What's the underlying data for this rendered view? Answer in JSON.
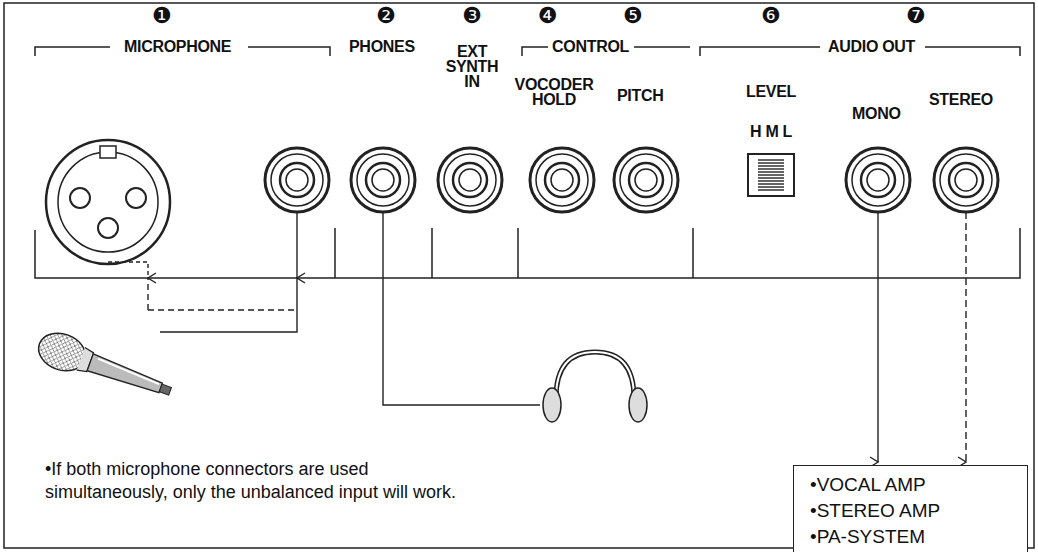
{
  "diagram": {
    "nodes": [
      {
        "text": [
          "•VOCAL AMP",
          "•STEREO AMP",
          "•PA-SYSTEM"
        ]
      }
    ],
    "labels": [
      "❶",
      "MICROPHONE",
      "❷",
      "PHONES",
      "❸",
      "EXT SYNTH IN",
      "❹",
      "CONTROL",
      "VOCODER HOLD",
      "❺",
      "PITCH",
      "❻",
      "LEVEL",
      "H M L",
      "AUDIO OUT",
      "❼",
      "STEREO",
      "MONO",
      "•If both microphone connectors are used simultaneously, only the unbalanced input will work."
    ]
  }
}
